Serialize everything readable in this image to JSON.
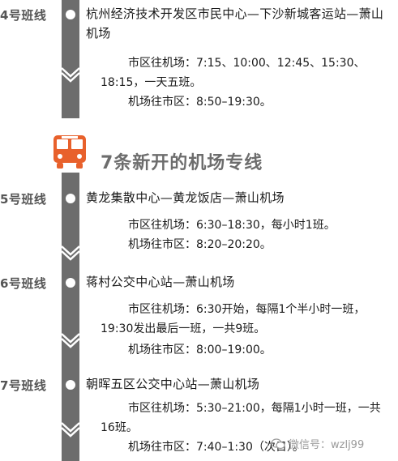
{
  "routes_top": [
    {
      "label": "4号班线",
      "name": "杭州经济技术开发区市民中心—下沙新城客运站—萧山机场",
      "to_airport": "市区往机场：7:15、10:00、12:45、15:30、18:15，一天五班。",
      "to_city": "机场往市区：8:50–19:30。"
    }
  ],
  "section": {
    "title": "7条新开的机场专线",
    "icon": "bus-icon"
  },
  "routes": [
    {
      "label": "5号班线",
      "name": "黄龙集散中心—黄龙饭店—萧山机场",
      "to_airport": "市区往机场：6:30–18:30，每小时1班。",
      "to_city": "机场往市区：8:20–20:20。"
    },
    {
      "label": "6号班线",
      "name": "蒋村公交中心站—萧山机场",
      "to_airport": "市区往机场：6:30开始，每隔1个半小时一班，19:30发出最后一班，一共9班。",
      "to_city": "机场往市区：8:00–19:00。"
    },
    {
      "label": "7号班线",
      "name": "朝晖五区公交中心站—萧山机场",
      "to_airport": "市区往机场：5:30–21:00，每隔1小时一班，一共16班。",
      "to_city": "机场往市区：7:40–1:30（次日）。"
    }
  ],
  "watermark": {
    "text": "微信号：wzlj99",
    "icon": "wechat-icon"
  },
  "colors": {
    "bar": "#6d6d6d",
    "bus_orange": "#e8612c",
    "text": "#1a1a1a"
  }
}
